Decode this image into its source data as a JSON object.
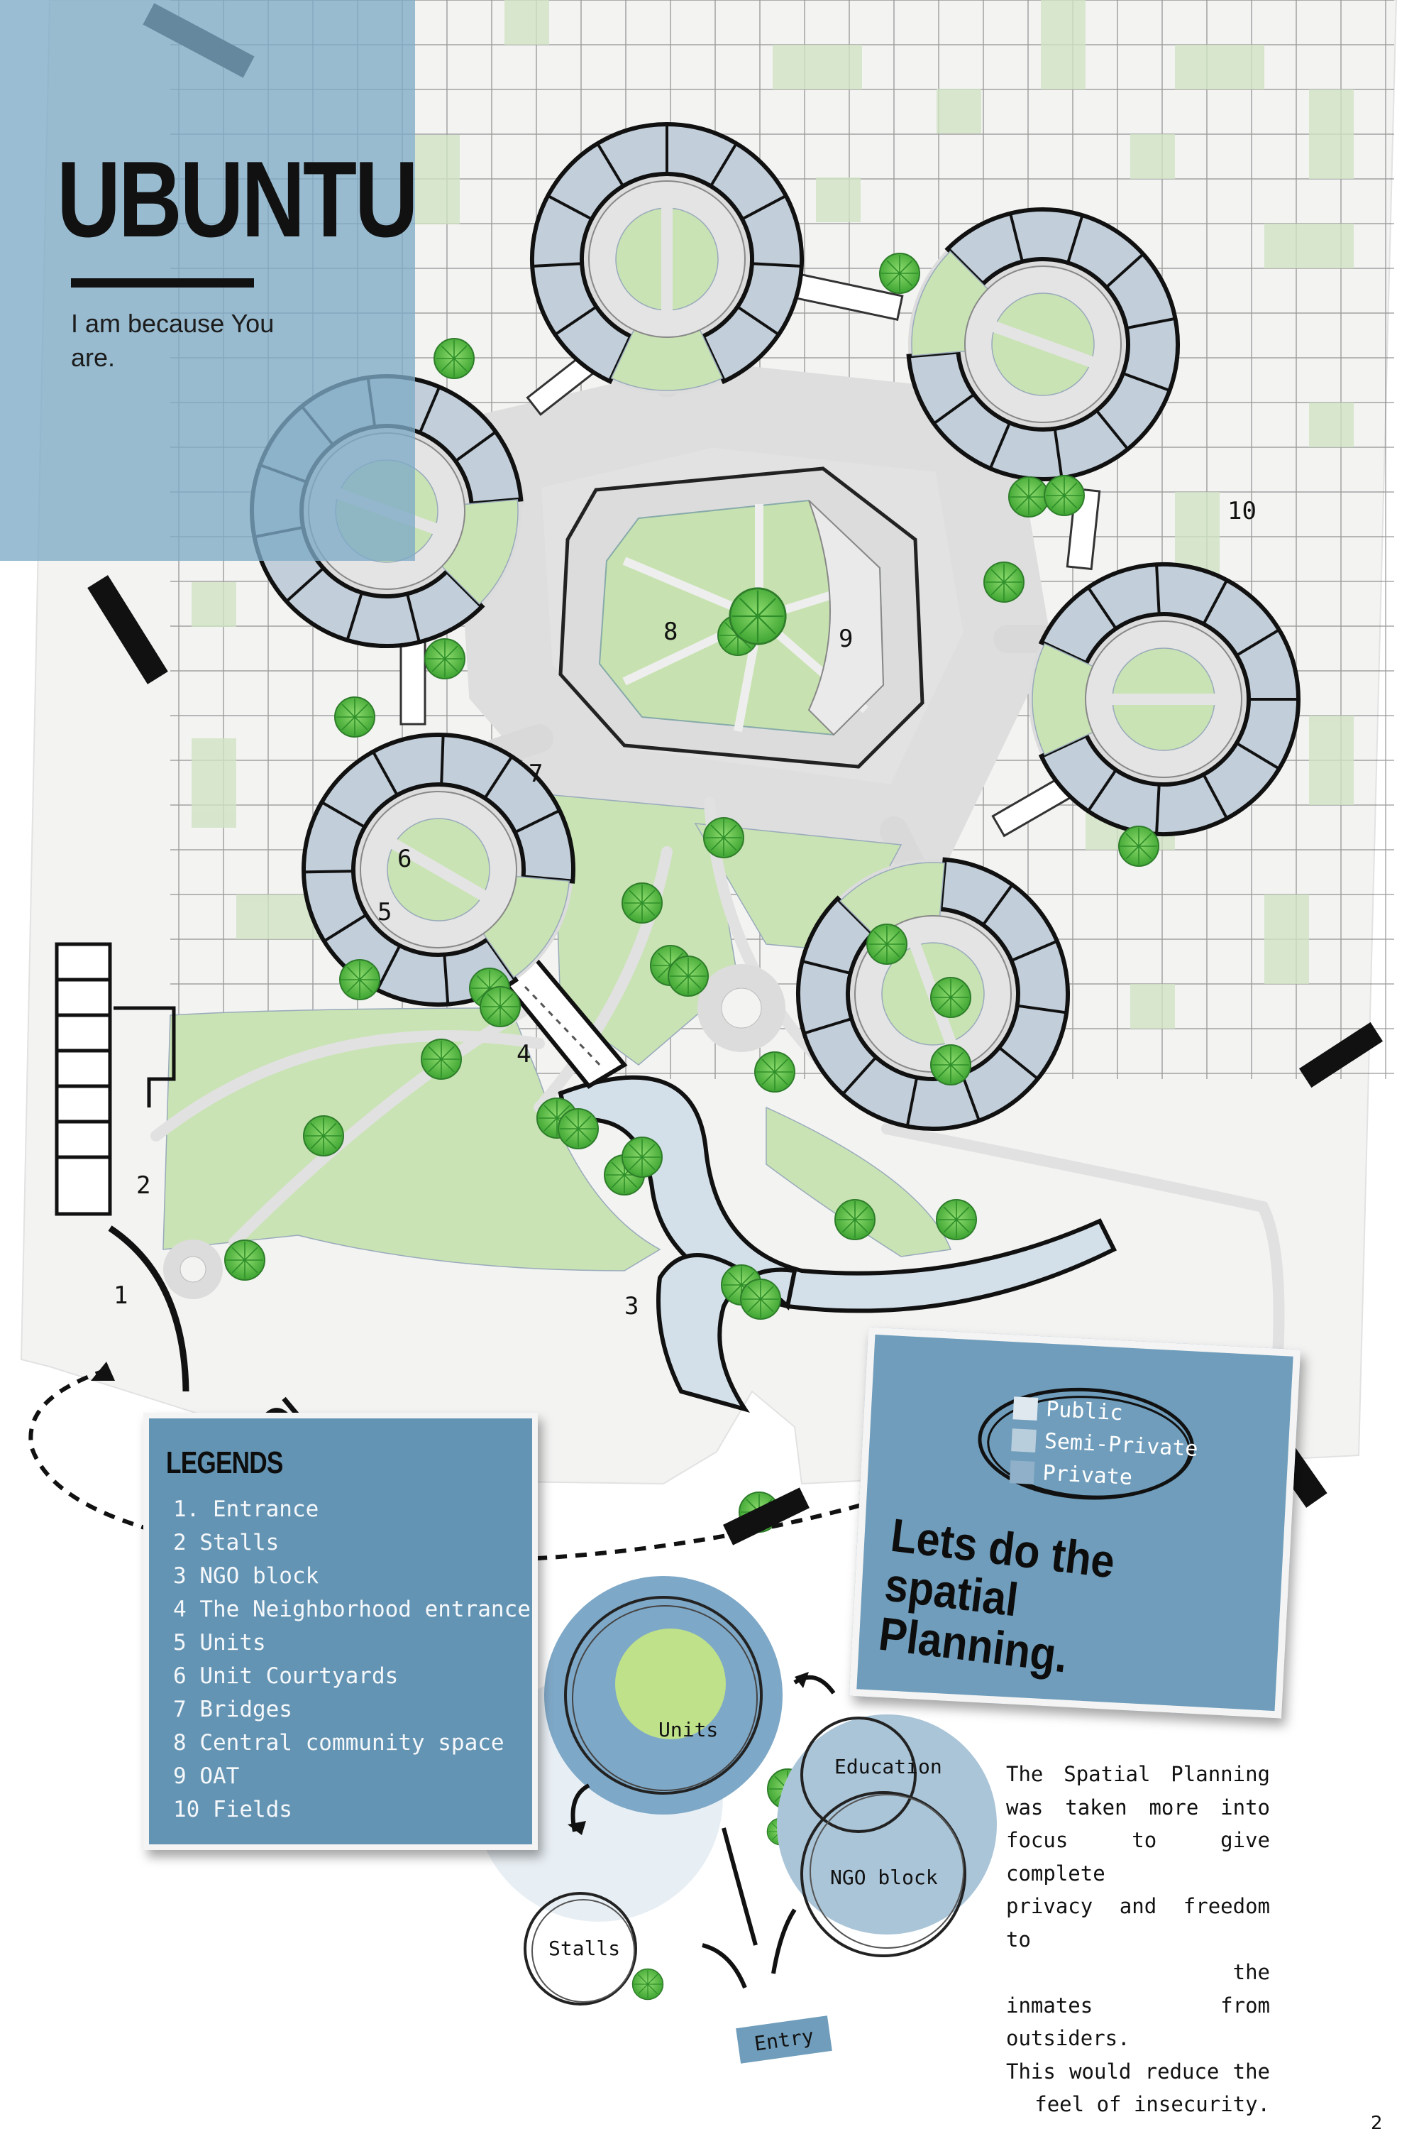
{
  "title": "UBUNTU",
  "subtitle": "I am because You are.",
  "site_labels": [
    "1",
    "2",
    "3",
    "4",
    "5",
    "6",
    "7",
    "8",
    "9",
    "10"
  ],
  "legend": {
    "heading": "LEGENDS",
    "items": [
      "1. Entrance",
      "2 Stalls",
      "3 NGO block",
      "4 The Neighborhood entrance",
      "5 Units",
      "6 Unit Courtyards",
      "7 Bridges",
      "8 Central community space",
      "9 OAT",
      "10 Fields"
    ]
  },
  "privacy_key": {
    "items": [
      {
        "label": "Public",
        "color": "#dfe8ef"
      },
      {
        "label": "Semi-Private",
        "color": "#b9cedd"
      },
      {
        "label": "Private",
        "color": "#8fb0c8"
      }
    ]
  },
  "slogan": "Lets do the spatial Planning.",
  "bubbles": {
    "units": "Units",
    "education": "Education",
    "ngo": "NGO block",
    "stalls": "Stalls",
    "entry": "Entry"
  },
  "description_lines": [
    "The Spatial Planning",
    "was taken more into",
    "focus to give complete",
    "privacy and freedom to",
    "the",
    "inmates from outsiders.",
    "This would reduce the",
    "feel of insecurity."
  ],
  "page_number": "2",
  "colors": {
    "panel_blue": "#7eaac6",
    "card_blue": "#6494b3",
    "grass": "#c9e3b4",
    "tree": "#5fbf4a",
    "unit_room": "#c2cfdb"
  }
}
